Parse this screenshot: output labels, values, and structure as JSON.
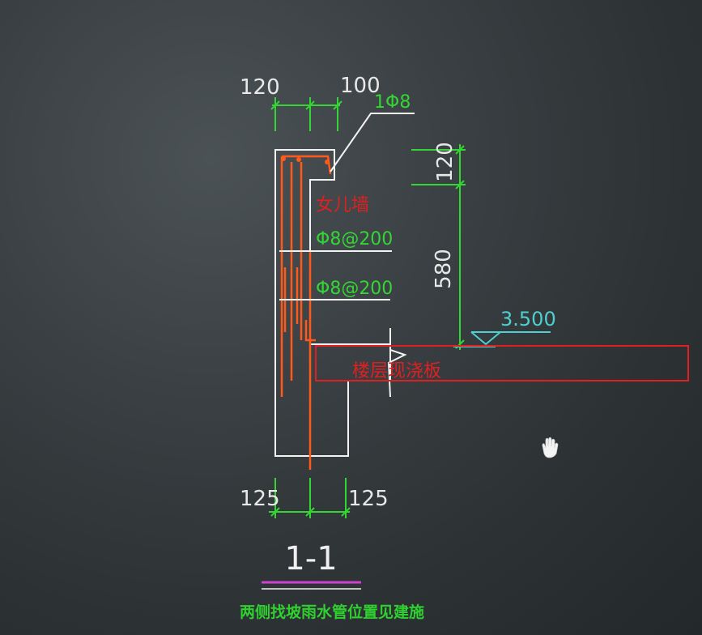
{
  "drawing": {
    "dim_top_left": "120",
    "dim_top_right": "100",
    "rebar_top": "1Φ8",
    "dim_right_top": "120",
    "dim_right_main": "580",
    "wall_label": "女儿墙",
    "rebar_upper": "Φ8@200",
    "rebar_lower": "Φ8@200",
    "elevation": "3.500",
    "slab_label": "楼层现浇板",
    "dim_bottom_left": "125",
    "dim_bottom_right": "125",
    "section_title": "1-1",
    "note": "两侧找坡雨水管位置见建施"
  },
  "colors": {
    "wall_outline": "#f2f2f2",
    "rebar": "#ff5a1a",
    "dimension": "#33d633",
    "elevation": "#4fd0d0",
    "highlight": "#e02020",
    "title_underline": "#d040d0"
  },
  "icons": [
    "hand-cursor-icon"
  ]
}
